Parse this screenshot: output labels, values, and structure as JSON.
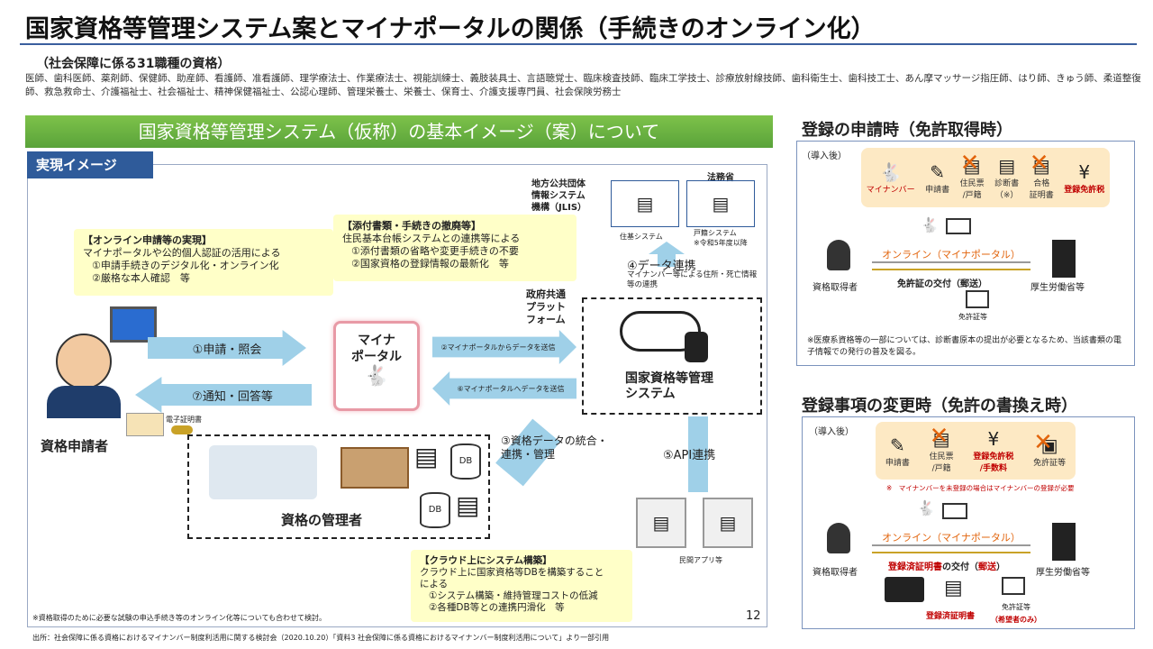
{
  "title": "国家資格等管理システム案とマイナポータルの関係（手続きのオンライン化）",
  "subtitle": "（社会保障に係る31職種の資格）",
  "jobs": "医師、歯科医師、薬剤師、保健師、助産師、看護師、准看護師、理学療法士、作業療法士、視能訓練士、義肢装具士、言語聴覚士、臨床検査技師、臨床工学技士、診療放射線技師、歯科衛生士、歯科技工士、あん摩マッサージ指圧師、はり師、きゅう師、柔道整復師、救急救命士、介護福祉士、社会福祉士、精神保健福祉士、公認心理師、管理栄養士、栄養士、保育士、介護支援専門員、社会保険労務士",
  "banner": "国家資格等管理システム（仮称）の基本イメージ（案）について",
  "tag": "実現イメージ",
  "notes": {
    "online_title": "【オンライン申請等の実現】",
    "online_1": "マイナポータルや公的個人認証の活用による",
    "online_2": "①申請手続きのデジタル化・オンライン化",
    "online_3": "②厳格な本人確認　等",
    "attach_title": "【添付書類・手続きの撤廃等】",
    "attach_1": "住民基本台帳システムとの連携等による",
    "attach_2": "①添付書類の省略や変更手続きの不要",
    "attach_3": "②国家資格の登録情報の最新化　等",
    "cloud_title": "【クラウド上にシステム構築】",
    "cloud_1": "クラウド上に国家資格等DBを構築すること",
    "cloud_2": "による",
    "cloud_3": "①システム構築・維持管理コストの低減",
    "cloud_4": "②各種DB等との連携円滑化　等"
  },
  "center": {
    "jlis": "地方公共団体\n情報システム\n機構（JLIS）",
    "moj": "法務省",
    "juki": "住基システム",
    "koseki": "戸籍システム",
    "koseki_note": "※令和5年度以降",
    "link4": "④データ連携",
    "link4_desc": "マイナンバー等による住所・死亡情報等の連携",
    "platform": "政府共通\nプラット\nフォーム",
    "mynaportal": "マイナ\nポータル",
    "system": "国家資格等管理\nシステム",
    "arrow1": "①申請・照会",
    "arrow7": "⑦通知・回答等",
    "arrow2": "②マイナポータルからデータを送信",
    "arrow6": "⑥マイナポータルへデータを送信",
    "arrow3": "③資格データの統合・\n連携・管理",
    "arrow5": "⑤API連携",
    "applicant": "資格申請者",
    "admin": "資格の管理者",
    "private_app": "民間アプリ等",
    "cert_label": "電子証明書",
    "footnote": "※資格取得のために必要な試験の申込手続き等のオンライン化等についても合わせて検討。",
    "page": "12"
  },
  "source": "出所：社会保障に係る資格におけるマイナンバー制度利活用に関する検討会（2020.10.20）「資料3 社会保障に係る資格におけるマイナンバー制度利活用について」より一部引用",
  "right1": {
    "heading": "登録の申請時（免許取得時）",
    "after": "（導入後）",
    "icons": [
      "マイナンバー",
      "申請書",
      "住民票\n/戸籍",
      "診断書\n（※）",
      "合格\n証明書",
      "登録免許税"
    ],
    "online": "オンライン（マイナポータル）",
    "issue": "免許証の交付（郵送）",
    "license": "免許証等",
    "left": "資格取得者",
    "right": "厚生労働省等",
    "note": "※医療系資格等の一部については、診断書原本の提出が必要となるため、当該書類の電子情報での発行の普及を図る。"
  },
  "right2": {
    "heading": "登録事項の変更時（免許の書換え時）",
    "after": "（導入後）",
    "icons": [
      "申請書",
      "住民票\n/戸籍",
      "登録免許税\n/手数料",
      "免許証等"
    ],
    "mynote": "※　マイナンバーを未登録の場合はマイナンバーの登録が必要",
    "online": "オンライン（マイナポータル）",
    "issue_a": "登録済証明書",
    "issue_b": "の交付（",
    "issue_c": "郵送",
    "issue_d": "）",
    "left": "資格取得者",
    "right": "厚生労働省等",
    "cert": "登録済証明書",
    "license": "免許証等",
    "license_note": "（希望者のみ）"
  },
  "colors": {
    "accent": "#2f5b9a",
    "banner": "#5aa33a",
    "note": "#ffffc8",
    "arrow": "#9fd0e8",
    "cross": "#e2640c",
    "red": "#c00000"
  }
}
